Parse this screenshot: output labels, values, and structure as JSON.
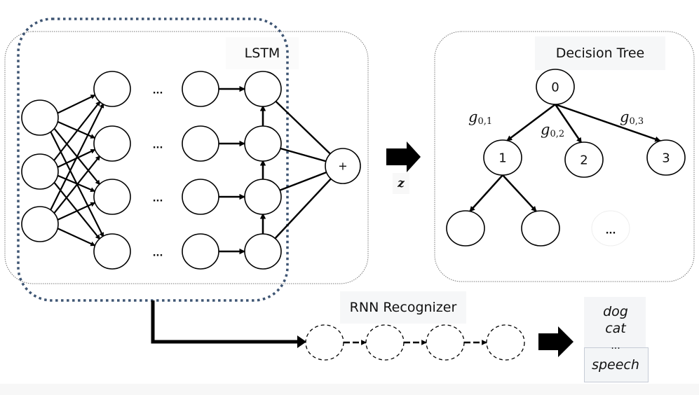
{
  "diagram": {
    "lstm": {
      "label": "LSTM",
      "hidden_ellipsis": "...",
      "sum_symbol": "+"
    },
    "transfer": {
      "variable": "z"
    },
    "decision_tree": {
      "label": "Decision Tree",
      "root": "0",
      "children": [
        "1",
        "2",
        "3"
      ],
      "edge_labels": [
        {
          "base": "g",
          "sub": "0,1"
        },
        {
          "base": "g",
          "sub": "0,2"
        },
        {
          "base": "g",
          "sub": "0,3"
        }
      ],
      "more_nodes": "..."
    },
    "rnn_recognizer": {
      "label": "RNN Recognizer"
    },
    "outputs": {
      "words": [
        "dog",
        "cat",
        "...",
        "speech"
      ]
    }
  }
}
